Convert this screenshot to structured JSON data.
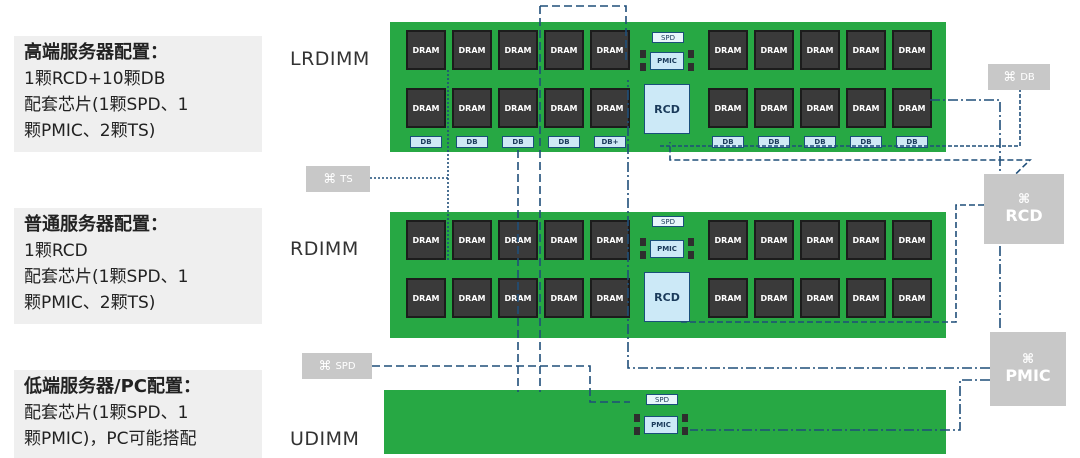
{
  "panels": {
    "high": {
      "title": "高端服务器配置：",
      "lines": [
        "1颗RCD+10颗DB",
        "配套芯片(1颗SPD、1",
        "颗PMIC、2颗TS)"
      ]
    },
    "mid": {
      "title": "普通服务器配置：",
      "lines": [
        "1颗RCD",
        "配套芯片(1颗SPD、1",
        "颗PMIC、2颗TS)"
      ]
    },
    "low": {
      "title": "低端服务器/PC配置：",
      "lines": [
        "配套芯片(1颗SPD、1",
        "颗PMIC)，PC可能搭配"
      ]
    }
  },
  "modules": {
    "lrdimm": "LRDIMM",
    "rdimm": "RDIMM",
    "udimm": "UDIMM"
  },
  "chips": {
    "dram": "DRAM",
    "db": "DB",
    "db_plus": "DB+",
    "rcd": "RCD",
    "spd": "SPD",
    "pmic": "PMIC"
  },
  "tags": {
    "db": "DB",
    "ts": "TS",
    "rcd": "RCD",
    "spd": "SPD",
    "pmic": "PMIC"
  },
  "icon_glyph": "⌘",
  "colors": {
    "board": "#27a844",
    "panel": "#efefef",
    "tag": "#c8c8c8",
    "wire": "#1f4e79"
  }
}
